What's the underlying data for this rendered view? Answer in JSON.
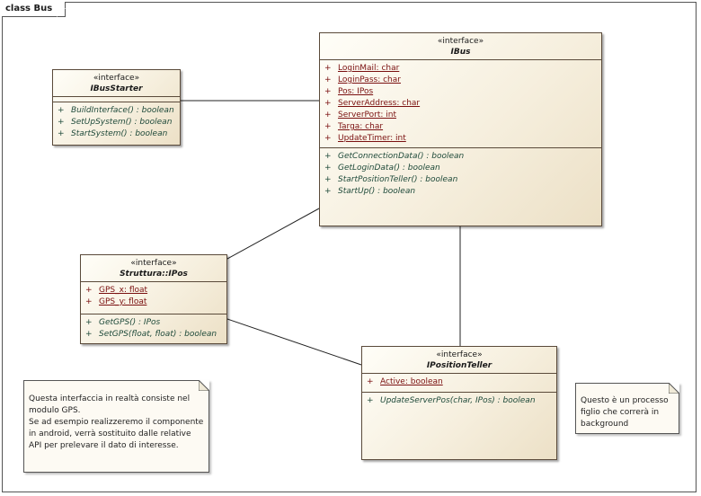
{
  "frame": {
    "title": "class Bus"
  },
  "classes": {
    "ibus": {
      "stereotype": "«interface»",
      "name": "IBus",
      "attributes": [
        {
          "vis": "+",
          "text": "LoginMail:  char"
        },
        {
          "vis": "+",
          "text": "LoginPass:  char"
        },
        {
          "vis": "+",
          "text": "Pos:  IPos"
        },
        {
          "vis": "+",
          "text": "ServerAddress:  char"
        },
        {
          "vis": "+",
          "text": "ServerPort:  int"
        },
        {
          "vis": "+",
          "text": "Targa:  char"
        },
        {
          "vis": "+",
          "text": "UpdateTimer:  int"
        }
      ],
      "operations": [
        {
          "vis": "+",
          "text": "GetConnectionData() : boolean"
        },
        {
          "vis": "+",
          "text": "GetLoginData() : boolean"
        },
        {
          "vis": "+",
          "text": "StartPositionTeller() : boolean"
        },
        {
          "vis": "+",
          "text": "StartUp() : boolean"
        }
      ]
    },
    "ibusstarter": {
      "stereotype": "«interface»",
      "name": "IBusStarter",
      "operations": [
        {
          "vis": "+",
          "text": "BuildInterface() : boolean"
        },
        {
          "vis": "+",
          "text": "SetUpSystem() : boolean"
        },
        {
          "vis": "+",
          "text": "StartSystem() : boolean"
        }
      ]
    },
    "ipos": {
      "stereotype": "«interface»",
      "name": "Struttura::IPos",
      "attributes": [
        {
          "vis": "+",
          "text": "GPS_x:  float"
        },
        {
          "vis": "+",
          "text": "GPS_y:  float"
        }
      ],
      "operations": [
        {
          "vis": "+",
          "text": "GetGPS() : IPos"
        },
        {
          "vis": "+",
          "text": "SetGPS(float, float) : boolean"
        }
      ]
    },
    "ipositionteller": {
      "stereotype": "«interface»",
      "name": "IPositionTeller",
      "attributes": [
        {
          "vis": "+",
          "text": "Active:  boolean"
        }
      ],
      "operations": [
        {
          "vis": "+",
          "text": "UpdateServerPos(char, IPos) : boolean"
        }
      ]
    }
  },
  "notes": {
    "gps": "Questa interfaccia in realtà consiste nel modulo GPS.\nSe ad esempio realizzeremo il componente in android, verrà sostituito dalle relative API per prelevare il dato di interesse.",
    "process": "Questo è un processo figlio che correrà in background"
  }
}
